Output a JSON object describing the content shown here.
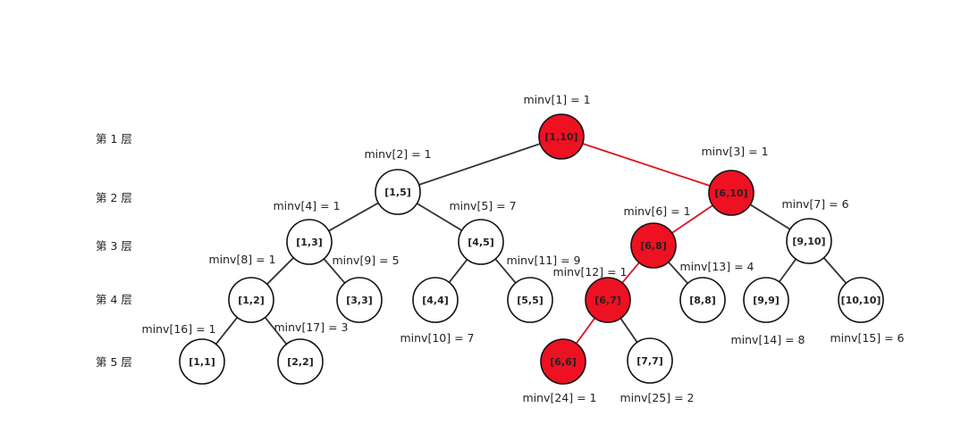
{
  "colors": {
    "highlight": "#ee1122",
    "normal_fill": "#ffffff",
    "edge_normal": "#333333",
    "edge_highlight": "#dd1122"
  },
  "levels": [
    "第 1 层",
    "第 2 层",
    "第 3 层",
    "第 4 层",
    "第 5 层"
  ],
  "nodes": [
    {
      "id": 1,
      "label": "[1,10]",
      "minv": "minv[1] = 1",
      "highlight": true
    },
    {
      "id": 2,
      "label": "[1,5]",
      "minv": "minv[2] = 1",
      "highlight": false
    },
    {
      "id": 3,
      "label": "[6,10]",
      "minv": "minv[3] = 1",
      "highlight": true
    },
    {
      "id": 4,
      "label": "[1,3]",
      "minv": "minv[4] = 1",
      "highlight": false
    },
    {
      "id": 5,
      "label": "[4,5]",
      "minv": "minv[5] = 7",
      "highlight": false
    },
    {
      "id": 6,
      "label": "[6,8]",
      "minv": "minv[6] = 1",
      "highlight": true
    },
    {
      "id": 7,
      "label": "[9,10]",
      "minv": "minv[7] = 6",
      "highlight": false
    },
    {
      "id": 8,
      "label": "[1,2]",
      "minv": "minv[8] = 1",
      "highlight": false
    },
    {
      "id": 9,
      "label": "[3,3]",
      "minv": "minv[9] = 5",
      "highlight": false
    },
    {
      "id": 10,
      "label": "[4,4]",
      "minv": "minv[10] = 7",
      "highlight": false
    },
    {
      "id": 11,
      "label": "[5,5]",
      "minv": "minv[11] = 9",
      "highlight": false
    },
    {
      "id": 12,
      "label": "[6,7]",
      "minv": "minv[12] = 1",
      "highlight": true
    },
    {
      "id": 13,
      "label": "[8,8]",
      "minv": "minv[13] = 4",
      "highlight": false
    },
    {
      "id": 14,
      "label": "[9,9]",
      "minv": "minv[14] = 8",
      "highlight": false
    },
    {
      "id": 15,
      "label": "[10,10]",
      "minv": "minv[15] = 6",
      "highlight": false
    },
    {
      "id": 16,
      "label": "[1,1]",
      "minv": "minv[16] = 1",
      "highlight": false
    },
    {
      "id": 17,
      "label": "[2,2]",
      "minv": "minv[17] = 3",
      "highlight": false
    },
    {
      "id": 24,
      "label": "[6,6]",
      "minv": "minv[24] = 1",
      "highlight": true
    },
    {
      "id": 25,
      "label": "[7,7]",
      "minv": "minv[25] = 2",
      "highlight": false
    }
  ],
  "edges": [
    {
      "from": 1,
      "to": 2,
      "highlight": false
    },
    {
      "from": 1,
      "to": 3,
      "highlight": true
    },
    {
      "from": 2,
      "to": 4,
      "highlight": false
    },
    {
      "from": 2,
      "to": 5,
      "highlight": false
    },
    {
      "from": 3,
      "to": 6,
      "highlight": true
    },
    {
      "from": 3,
      "to": 7,
      "highlight": false
    },
    {
      "from": 4,
      "to": 8,
      "highlight": false
    },
    {
      "from": 4,
      "to": 9,
      "highlight": false
    },
    {
      "from": 5,
      "to": 10,
      "highlight": false
    },
    {
      "from": 5,
      "to": 11,
      "highlight": false
    },
    {
      "from": 6,
      "to": 12,
      "highlight": true
    },
    {
      "from": 6,
      "to": 13,
      "highlight": false
    },
    {
      "from": 7,
      "to": 14,
      "highlight": false
    },
    {
      "from": 7,
      "to": 15,
      "highlight": false
    },
    {
      "from": 8,
      "to": 16,
      "highlight": false
    },
    {
      "from": 8,
      "to": 17,
      "highlight": false
    },
    {
      "from": 12,
      "to": 24,
      "highlight": true
    },
    {
      "from": 12,
      "to": 25,
      "highlight": false
    }
  ]
}
